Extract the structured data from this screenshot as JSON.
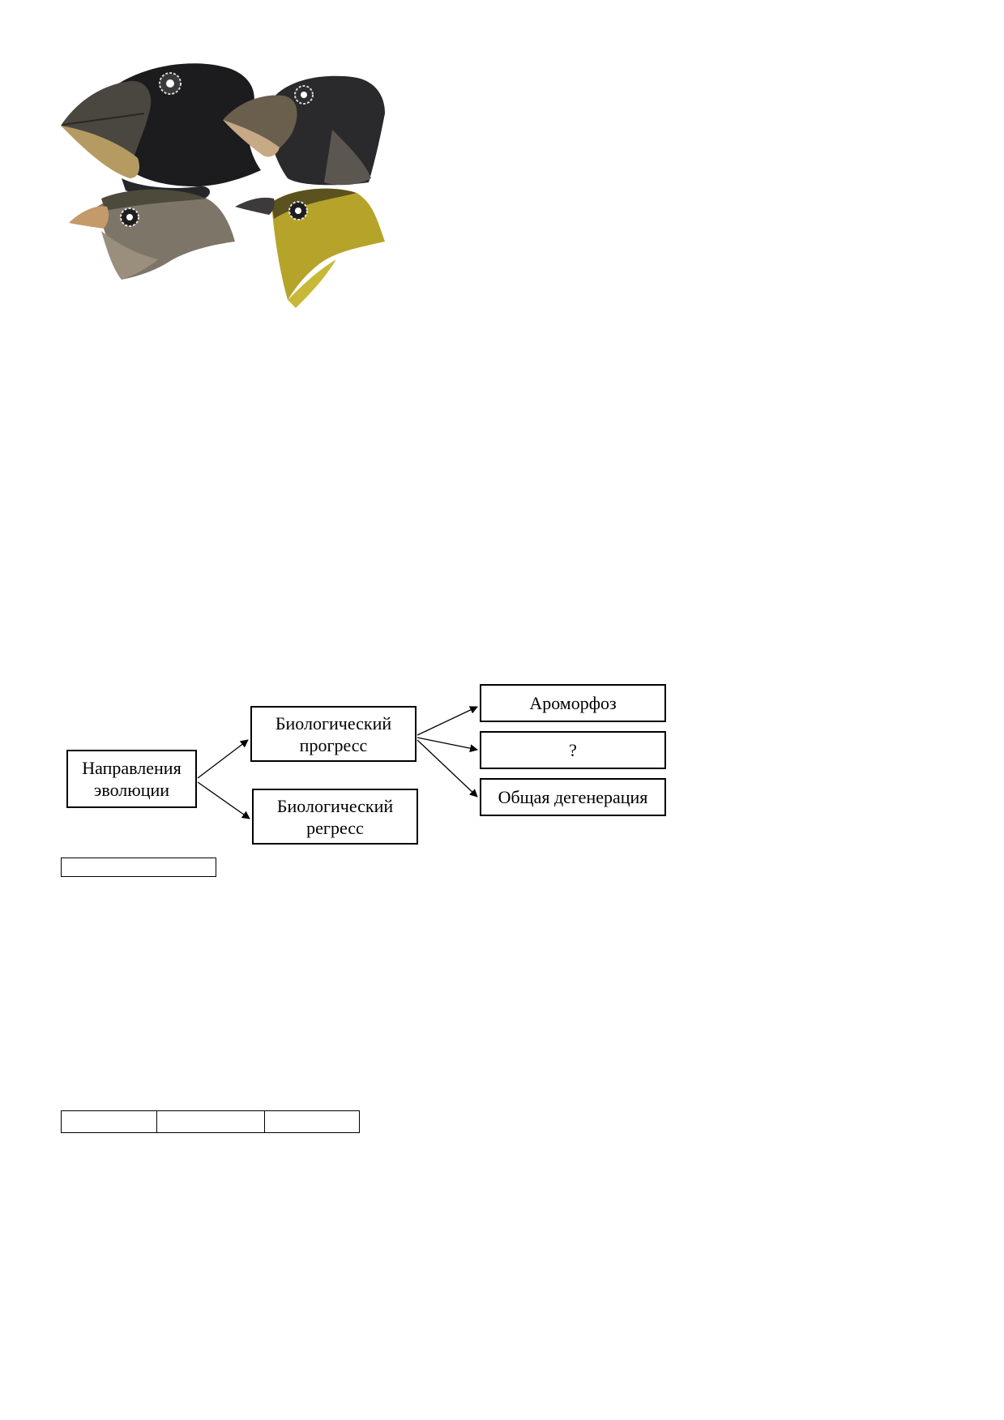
{
  "figure": {
    "icon": "finch-heads-illustration",
    "birds": [
      "large-beak-finch",
      "medium-beak-finch",
      "small-beak-finch",
      "warbler-finch"
    ],
    "colors": {
      "dark_plumage": "#1c1c1e",
      "grey_plumage": "#8a8378",
      "yellow_plumage": "#b6a42a",
      "beak": "#b59a62"
    }
  },
  "diagram": {
    "root": "Направления\nэволюции",
    "progress": "Биологический\nпрогресс",
    "regress": "Биологический\nрегресс",
    "aromorphosis": "Ароморфоз",
    "unknown": "?",
    "degeneration": "Общая дегенерация"
  },
  "answer_field": {
    "value": ""
  },
  "answer_table": {
    "cells": [
      "",
      "",
      ""
    ]
  }
}
